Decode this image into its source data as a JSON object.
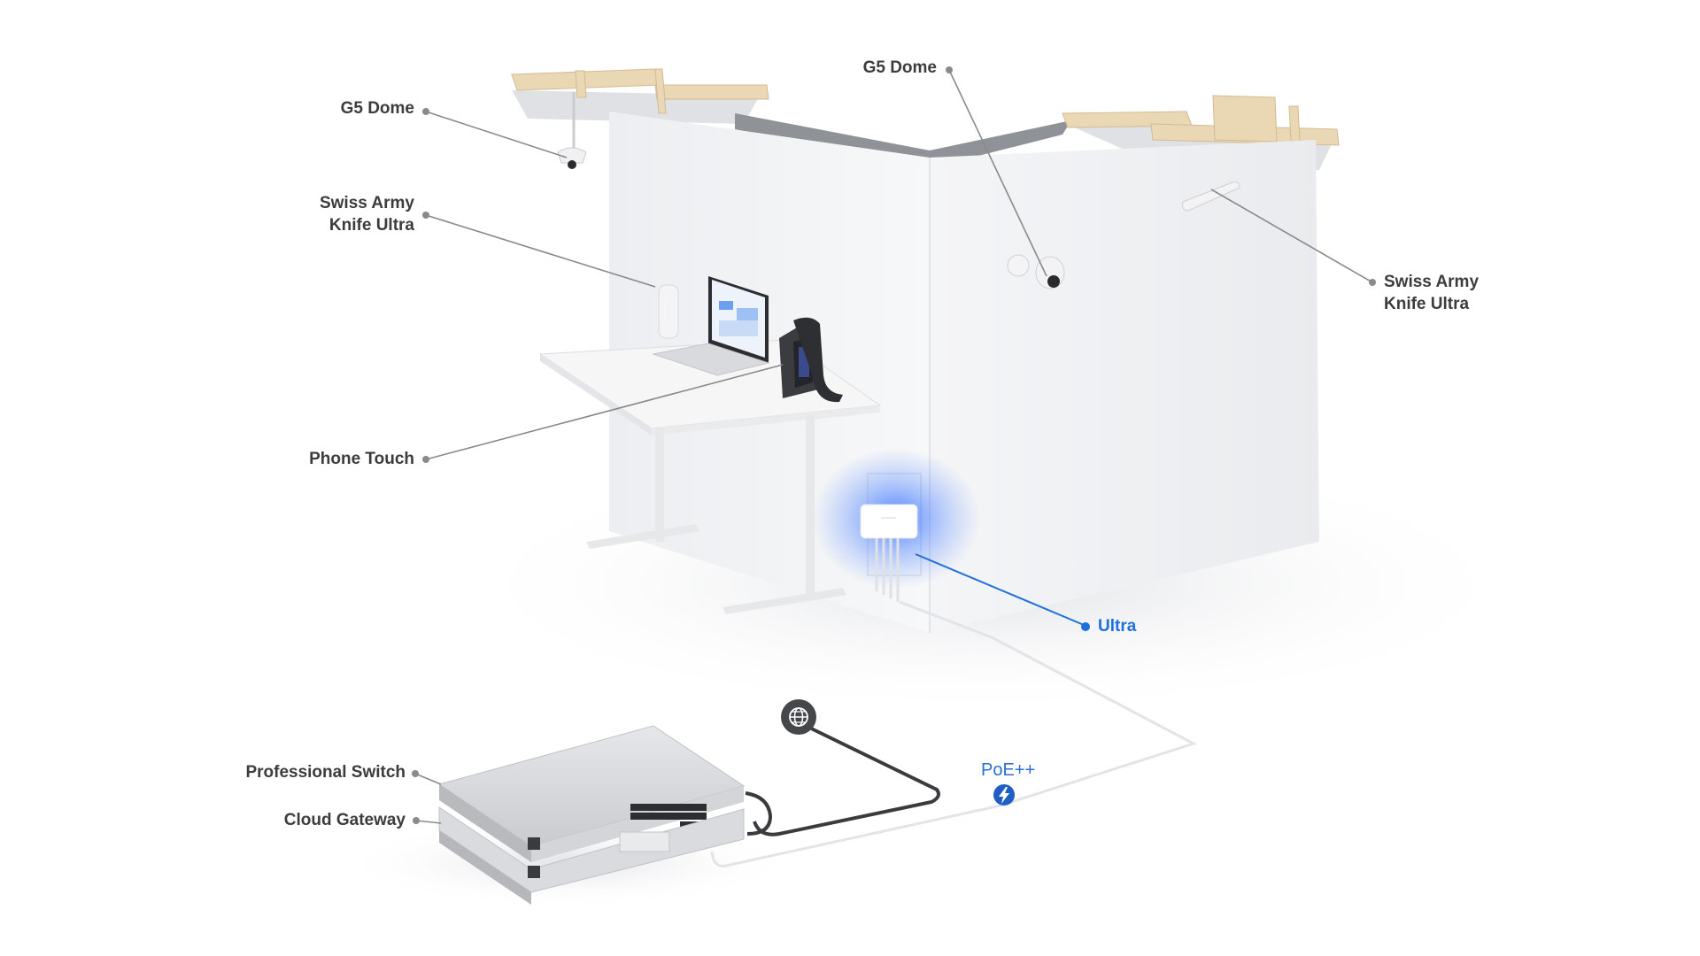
{
  "labels": {
    "dome_left": "G5 Dome",
    "dome_top": "G5 Dome",
    "ska_left_1": "Swiss Army",
    "ska_left_2": "Knife Ultra",
    "ska_right_1": "Swiss Army",
    "ska_right_2": "Knife Ultra",
    "phone": "Phone Touch",
    "ultra": "Ultra",
    "switch": "Professional Switch",
    "gateway": "Cloud Gateway",
    "poe": "PoE++"
  },
  "colors": {
    "accent_blue": "#1f6fdc",
    "label_gray": "#3c3c3c",
    "leader_gray": "#8a8a8a",
    "wall_white": "#f2f3f5",
    "wood": "#e9d7b6"
  },
  "icons": {
    "internet": "globe-icon",
    "power": "lightning-bolt-icon"
  }
}
